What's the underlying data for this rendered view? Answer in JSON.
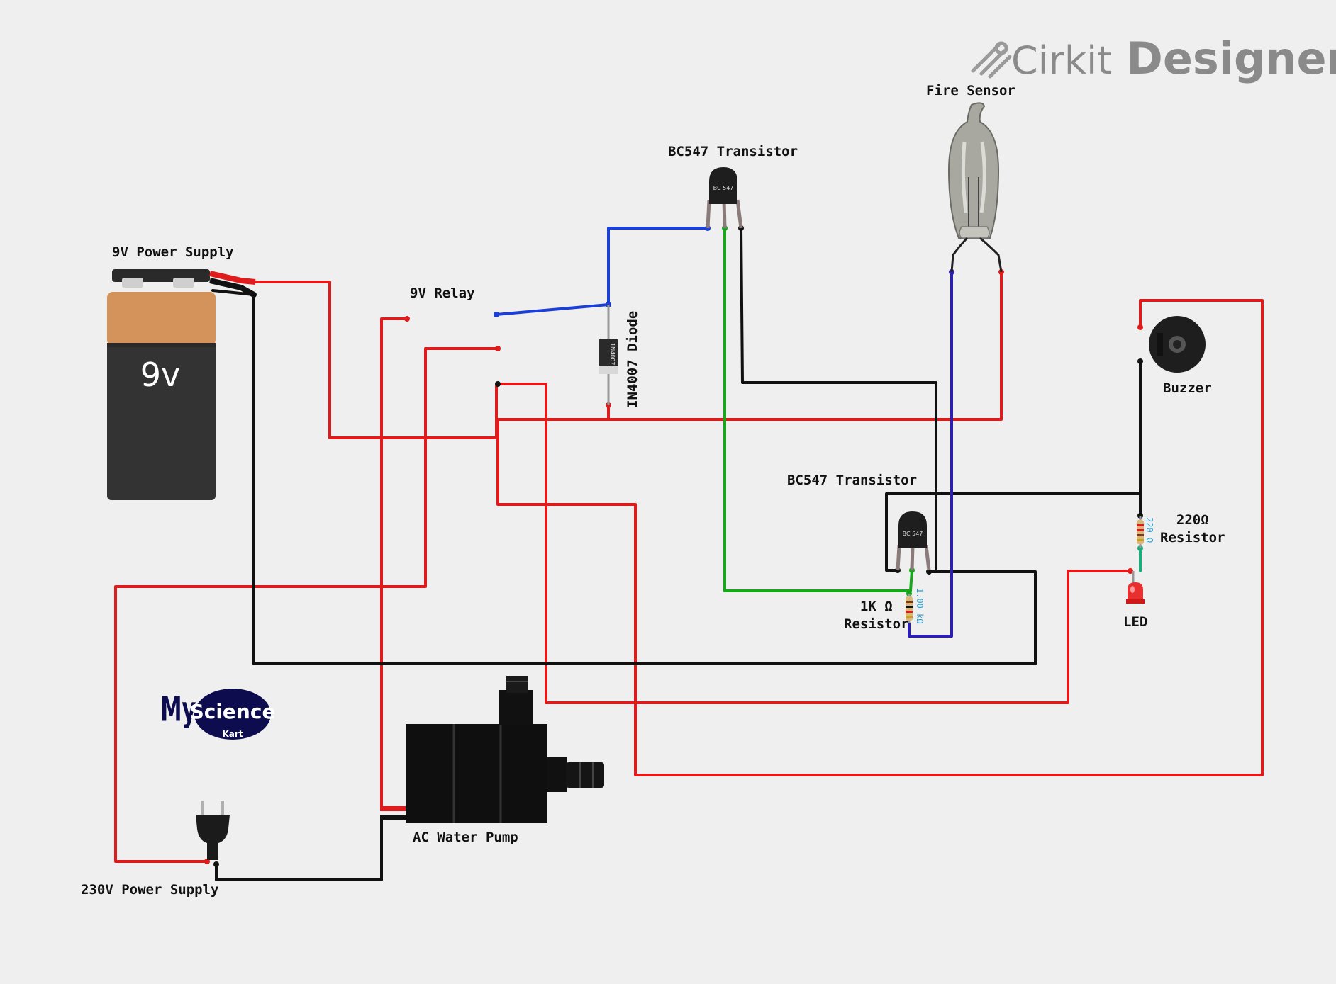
{
  "brand": {
    "name_part1": "Cirkit",
    "name_part2": "Designer",
    "icon": "cirkit-pencil-icon"
  },
  "components": {
    "battery": {
      "label": "9V Power Supply",
      "body_text": "9v"
    },
    "relay": {
      "label": "9V Relay"
    },
    "transistor1": {
      "label": "BC547 Transistor",
      "marking": "BC 547"
    },
    "transistor2": {
      "label": "BC547 Transistor",
      "marking": "BC 547"
    },
    "diode": {
      "label": "IN4007 Diode",
      "marking": "1N4007"
    },
    "fire_sensor": {
      "label": "Fire Sensor"
    },
    "buzzer": {
      "label": "Buzzer"
    },
    "resistor_220": {
      "label_line1": "220Ω",
      "label_line2": "Resistor",
      "value_marking": "220 Ω"
    },
    "resistor_1k": {
      "label_line1": "1K Ω",
      "label_line2": "Resistor",
      "value_marking": "1.00 kΩ"
    },
    "led": {
      "label": "LED"
    },
    "pump": {
      "label": "AC Water Pump"
    },
    "plug": {
      "label": "230V Power Supply"
    }
  },
  "logo": {
    "part1": "My",
    "part2": "Science",
    "part3": "Kart"
  },
  "colors": {
    "wire_red": "#e01b1b",
    "wire_black": "#111111",
    "wire_blue": "#1a3fd6",
    "wire_navy": "#2a1fb0",
    "wire_green": "#16a81a",
    "wire_teal": "#17b07a",
    "background": "#efefef"
  }
}
